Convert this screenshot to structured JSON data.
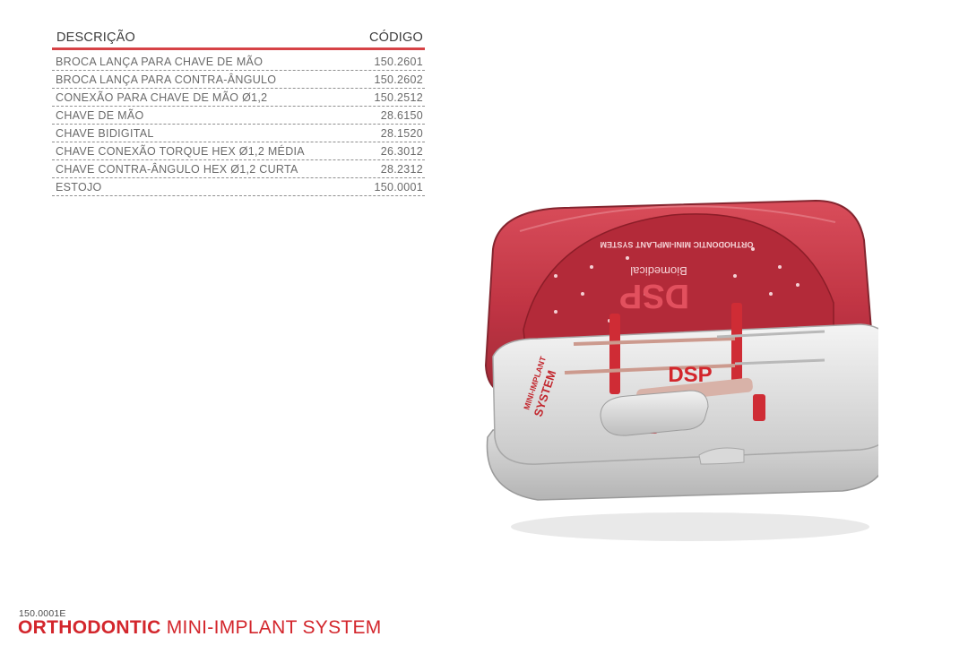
{
  "table": {
    "header_description": "DESCRIÇÃO",
    "header_code": "CÓDIGO",
    "rows": [
      {
        "description": "BROCA LANÇA PARA CHAVE DE MÃO",
        "code": "150.2601"
      },
      {
        "description": "BROCA LANÇA PARA CONTRA-ÂNGULO",
        "code": "150.2602"
      },
      {
        "description": "CONEXÃO PARA CHAVE DE MÃO Ø1,2",
        "code": "150.2512"
      },
      {
        "description": "CHAVE DE MÃO",
        "code": "28.6150"
      },
      {
        "description": "CHAVE BIDIGITAL",
        "code": "28.1520"
      },
      {
        "description": "CHAVE CONEXÃO TORQUE HEX Ø1,2 MÉDIA",
        "code": "26.3012"
      },
      {
        "description": "CHAVE CONTRA-ÂNGULO HEX Ø1,2 CURTA",
        "code": "28.2312"
      },
      {
        "description": "ESTOJO",
        "code": "150.0001"
      }
    ]
  },
  "product": {
    "code": "150.0001E",
    "title_bold": "ORTHODONTIC",
    "title_rest": "MINI-IMPLANT SYSTEM"
  },
  "case_image": {
    "lid_brand": "DSP",
    "lid_sub": "Biomedical",
    "lid_arc_text": "ORTHODONTIC MINI-IMPLANT SYSTEM",
    "tray_brand": "DSP",
    "tray_label_top": "MINI-IMPLANT",
    "tray_label_bottom": "SYSTEM",
    "colors": {
      "lid": "#c9323f",
      "tray": "#dcdcdc",
      "accent": "#d3262c"
    }
  }
}
